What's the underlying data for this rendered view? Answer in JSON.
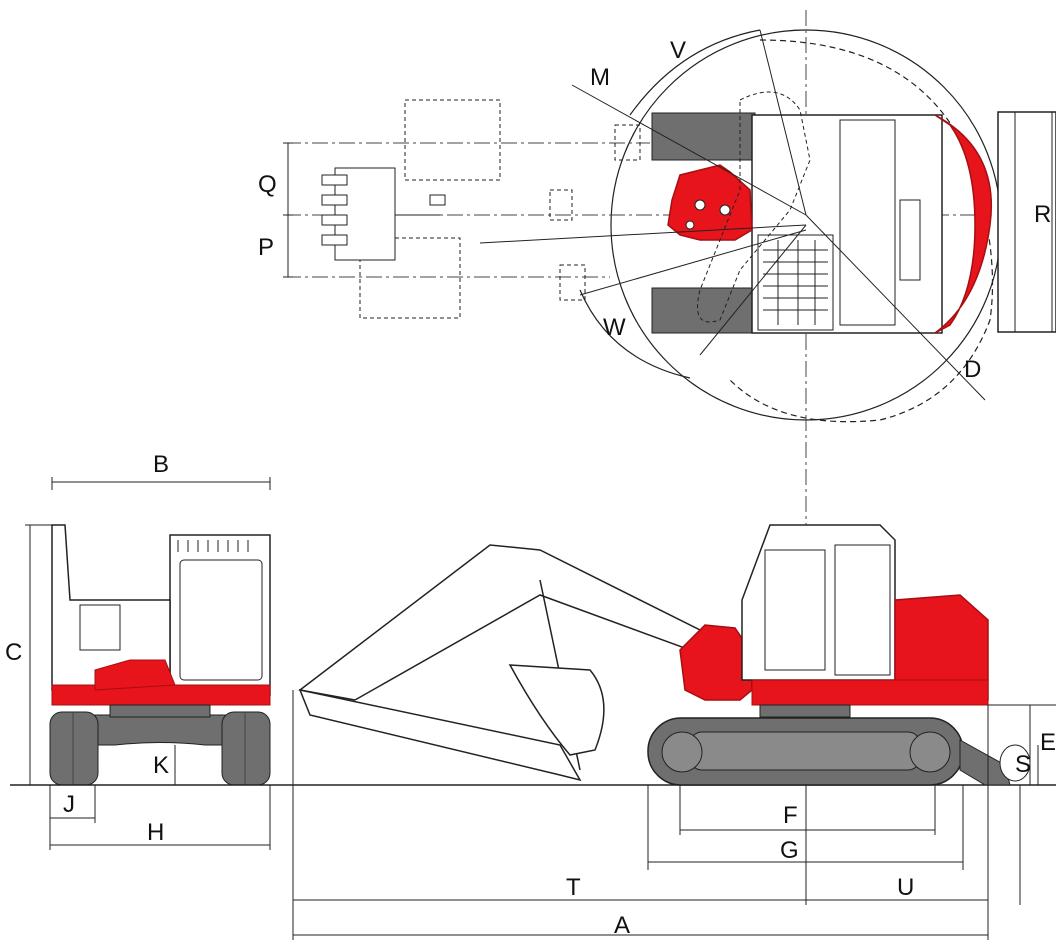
{
  "colors": {
    "red": "#e8141b",
    "dark_red": "#a50f12",
    "track": "#6f6f6f",
    "line": "#222222",
    "background": "#ffffff"
  },
  "labels": {
    "A": "A",
    "B": "B",
    "C": "C",
    "D": "D",
    "E": "E",
    "F": "F",
    "G": "G",
    "H": "H",
    "J": "J",
    "K": "K",
    "M": "M",
    "P": "P",
    "Q": "Q",
    "R": "R",
    "S": "S",
    "T": "T",
    "U": "U",
    "V": "V",
    "W": "W"
  }
}
